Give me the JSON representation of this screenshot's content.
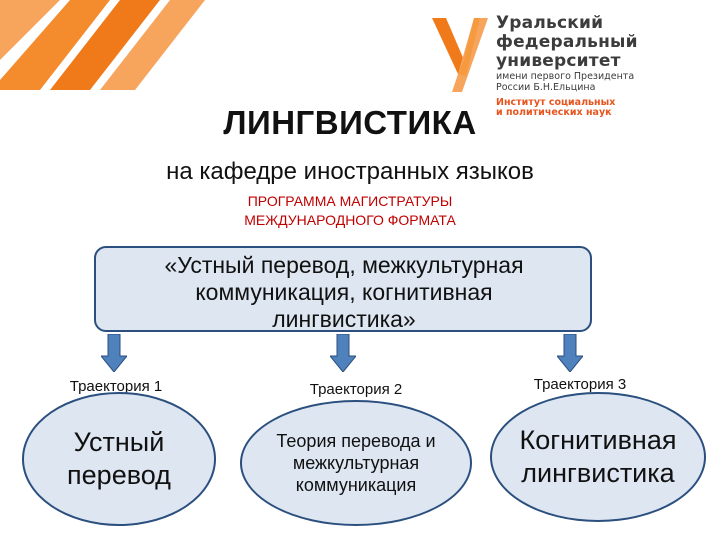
{
  "logo": {
    "line1": "Уральский",
    "line2": "федеральный",
    "line3": "университет",
    "line4": "имени первого Президента",
    "line5": "России Б.Н.Ельцина",
    "institute1": "Институт социальных",
    "institute2": "и политических наук"
  },
  "title": "ЛИНГВИСТИКА",
  "subtitle": "на кафедре иностранных языков",
  "program": {
    "line1": "ПРОГРАММА МАГИСТРАТУРЫ",
    "line2": "МЕЖДУНАРОДНОГО ФОРМАТА"
  },
  "main": {
    "line1": "«Устный перевод, межкультурная",
    "line2": "коммуникация, когнитивная",
    "line3": "лингвистика»"
  },
  "tracks": [
    {
      "label": "Траектория 1",
      "line1": "Устный",
      "line2": "перевод"
    },
    {
      "label": "Траектория 2",
      "line1": "Теория перевода и",
      "line2": "межкультурная",
      "line3": "коммуникация"
    },
    {
      "label": "Траектория 3",
      "line1": "Когнитивная",
      "line2": "лингвистика"
    }
  ],
  "colors": {
    "brand_orange": "#f07a1a",
    "title_red": "#c00000",
    "box_fill": "#dde6f1",
    "box_border": "#2b4f7e",
    "arrow_blue": "#4f81bd"
  }
}
